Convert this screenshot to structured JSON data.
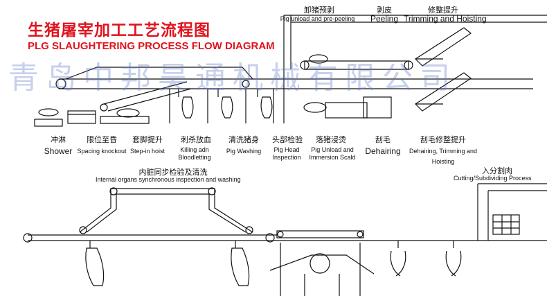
{
  "title": {
    "cn": "生猪屠宰加工工艺流程图",
    "en": "PLG SLAUGHTERING PROCESS FLOW DIAGRAM"
  },
  "watermark": "青岛中邦昊通机械有限公司",
  "top_labels": [
    {
      "cn": "卸猪预剥",
      "en": "Pig unload and pre-peeling"
    },
    {
      "cn": "剥皮",
      "en": "Peeling"
    },
    {
      "cn": "修整提升",
      "en": "Trimming and Hoisting"
    }
  ],
  "stages": [
    {
      "cn": "冲淋",
      "en": "Shower"
    },
    {
      "cn": "限位至昏",
      "en": "Spacing knockout"
    },
    {
      "cn": "套脚提升",
      "en": "Step-in hoist"
    },
    {
      "cn": "刺杀放血",
      "en": "Killing adn Bloodletting"
    },
    {
      "cn": "清洗猪身",
      "en": "Pig Washing"
    },
    {
      "cn": "头部检验",
      "en": "Pig Head Inspection"
    },
    {
      "cn": "落猪浸烫",
      "en": "Pig Unload and Immersion Scald"
    },
    {
      "cn": "刮毛",
      "en": "Dehairing"
    },
    {
      "cn": "刮毛修整提升",
      "en": "Dehairing, Trimming and Hoisting"
    }
  ],
  "bottom_labels": {
    "internal": {
      "cn": "内脏同步检验及清洗",
      "en": "Internal organs synchronous inspection and washing"
    },
    "cutting": {
      "cn": "入分割肉",
      "en": "Cutting/Subdividing Process"
    }
  },
  "colors": {
    "title": "#e0141e",
    "line": "#111111",
    "watermark": "#5f78c8"
  }
}
